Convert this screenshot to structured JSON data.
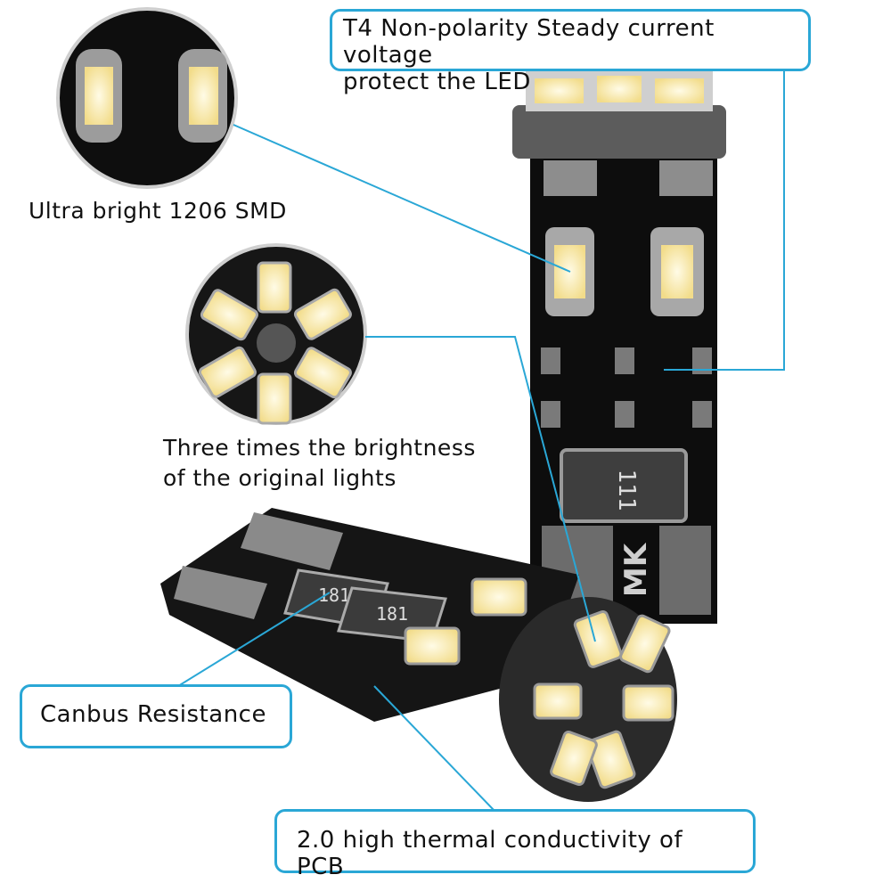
{
  "colors": {
    "accent": "#2aa7d6",
    "pcb": "#111111",
    "led": "#f7e9b0",
    "solder": "#9a9a9a"
  },
  "labels": {
    "t4_feature_line1": "T4 Non-polarity Steady current voltage",
    "t4_feature_line2": "protect the LED",
    "smd_feature": "Ultra bright 1206 SMD",
    "brightness_line1": "Three times the brightness",
    "brightness_line2": "of the original lights",
    "canbus": "Canbus Resistance",
    "pcb_feature": "2.0 high thermal conductivity of PCB"
  },
  "component_marks": {
    "resistor_mark_a": "181",
    "resistor_mark_b": "181",
    "resistor_mark_c": "111",
    "board_brand": "MK"
  }
}
